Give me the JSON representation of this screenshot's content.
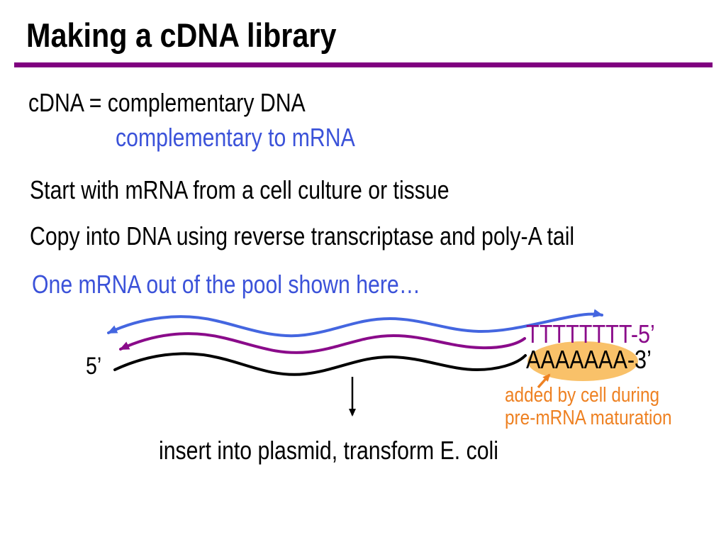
{
  "slide": {
    "title": "Making a cDNA library",
    "intro": {
      "definition": "cDNA = complementary DNA",
      "sub_definition": "complementary to mRNA"
    },
    "steps": [
      "Start with mRNA from a cell culture or tissue",
      "Copy into DNA using reverse transcriptase and poly-A tail"
    ],
    "pool_caption": "One mRNA out of the pool shown here…",
    "diagram": {
      "five_prime_label": "5’",
      "poly_t_label": "TTTTTTTT-5’",
      "poly_a_label": "AAAAAAA-3’",
      "poly_a_note": [
        "added by cell during",
        "pre-mRNA maturation"
      ],
      "bottom_caption": "insert into plasmid, transform E. coli"
    },
    "colors": {
      "accent_rule": "#800080",
      "blue_text": "#3b52d9",
      "blue_strand": "#4466e0",
      "purple_strand": "#8a0b8a",
      "black_strand": "#000000",
      "orange_note": "#ee8122",
      "ellipse_fill": "#f9c169"
    }
  }
}
